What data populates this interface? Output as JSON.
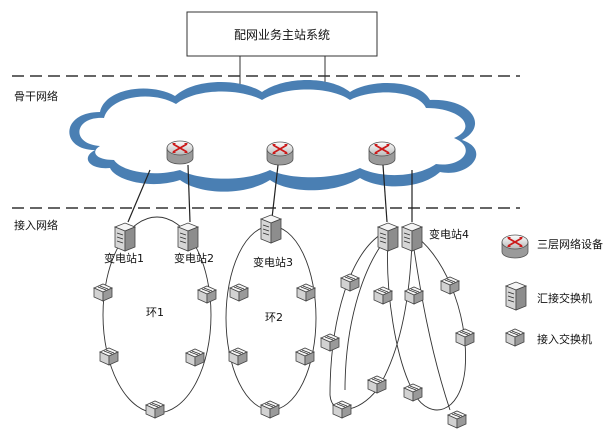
{
  "system": {
    "title": "配网业务主站系统"
  },
  "zones": {
    "backbone": "骨干网络",
    "access": "接入网络"
  },
  "substations": [
    "变电站1",
    "变电站2",
    "变电站3",
    "变电站4"
  ],
  "rings": [
    "环1",
    "环2"
  ],
  "legend": {
    "l3_device": "三层网络设备",
    "agg_switch": "汇接交换机",
    "access_switch": "接入交换机"
  },
  "icons": {
    "l3_device": "router-icon",
    "agg_switch": "aggregation-switch-icon",
    "access_switch": "access-switch-icon"
  },
  "colors": {
    "router_red": "#cc1a1a",
    "cloud_blue": "#4a7fb3",
    "line": "#222222"
  }
}
